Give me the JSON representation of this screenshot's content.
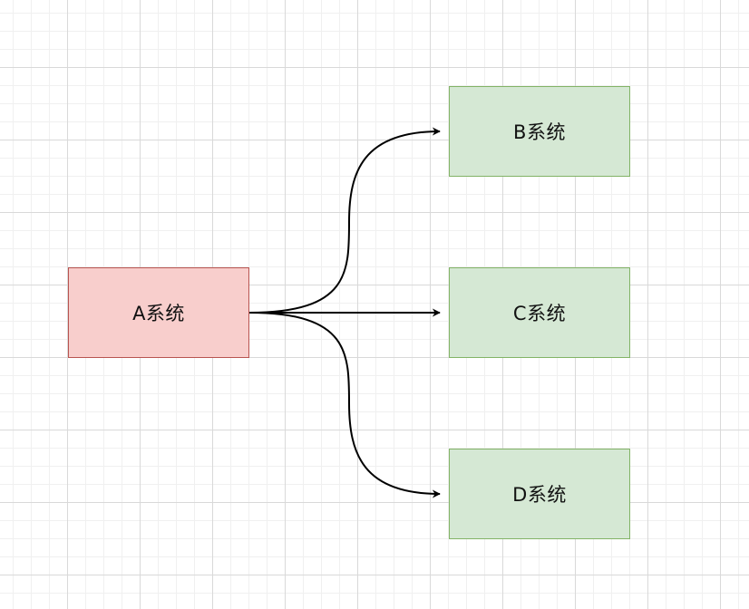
{
  "diagram": {
    "nodes": [
      {
        "id": "a",
        "label": "A系统",
        "role": "source",
        "fill": "#f8cecc",
        "stroke": "#b85450"
      },
      {
        "id": "b",
        "label": "B系统",
        "role": "target",
        "fill": "#d5e8d4",
        "stroke": "#82b366"
      },
      {
        "id": "c",
        "label": "C系统",
        "role": "target",
        "fill": "#d5e8d4",
        "stroke": "#82b366"
      },
      {
        "id": "d",
        "label": "D系统",
        "role": "target",
        "fill": "#d5e8d4",
        "stroke": "#82b366"
      }
    ],
    "edges": [
      {
        "from": "a",
        "to": "b",
        "style": "curved"
      },
      {
        "from": "a",
        "to": "c",
        "style": "straight"
      },
      {
        "from": "a",
        "to": "d",
        "style": "curved"
      }
    ],
    "colors": {
      "edge": "#000000",
      "grid_major": "#d9d9d9",
      "grid_minor": "#f0f0f0",
      "background": "#ffffff"
    }
  }
}
